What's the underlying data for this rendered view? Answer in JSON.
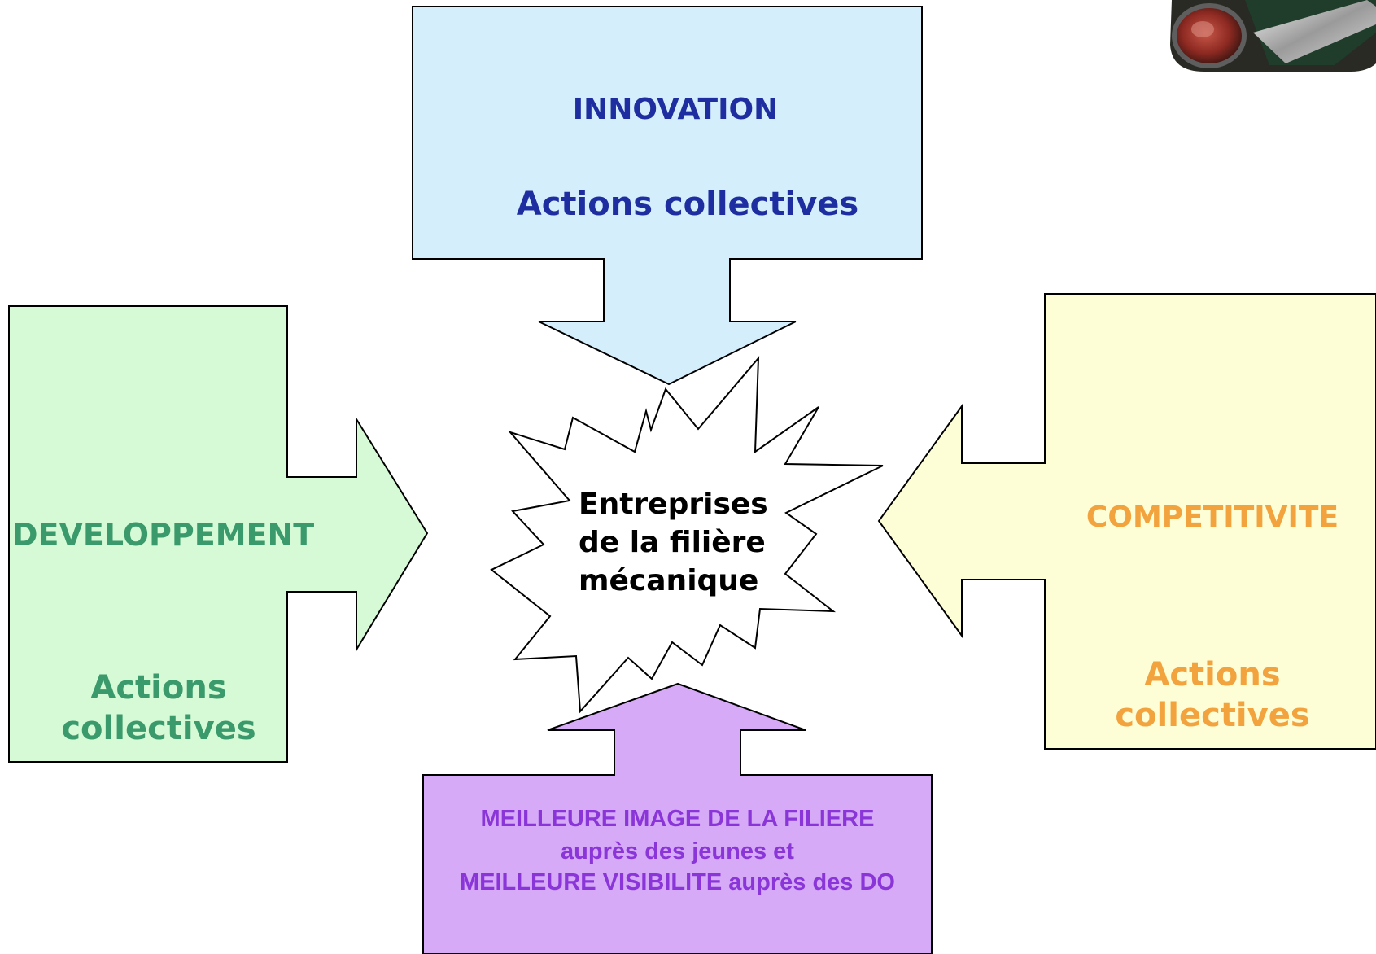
{
  "colors": {
    "innovation_fill": "#d4eefc",
    "innovation_text": "#1e2ea0",
    "developpement_fill": "#d6fad6",
    "developpement_text": "#3a9a6b",
    "competitivite_fill": "#fdfdd6",
    "competitivite_text": "#f2a33d",
    "image_fill": "#d7aaf8",
    "image_text": "#8a35d8",
    "center_text": "#000000",
    "outline": "#000000"
  },
  "diagram": {
    "center": {
      "line1": "Entreprises",
      "line2": "de la filière",
      "line3": "mécanique"
    },
    "innovation": {
      "title": "INNOVATION",
      "subtitle": "Actions collectives"
    },
    "developpement": {
      "title": "DEVELOPPEMENT",
      "subtitle_line1": "Actions",
      "subtitle_line2": "collectives"
    },
    "competitivite": {
      "title": "COMPETITIVITE",
      "subtitle_line1": "Actions",
      "subtitle_line2": "collectives"
    },
    "image": {
      "line1": "MEILLEURE IMAGE DE LA FILIERE",
      "line2": "auprès des jeunes et",
      "line3": "MEILLEURE VISIBILITE auprès des DO"
    }
  },
  "corner_photo": {
    "icon": "mechanical-part-photo-icon"
  }
}
